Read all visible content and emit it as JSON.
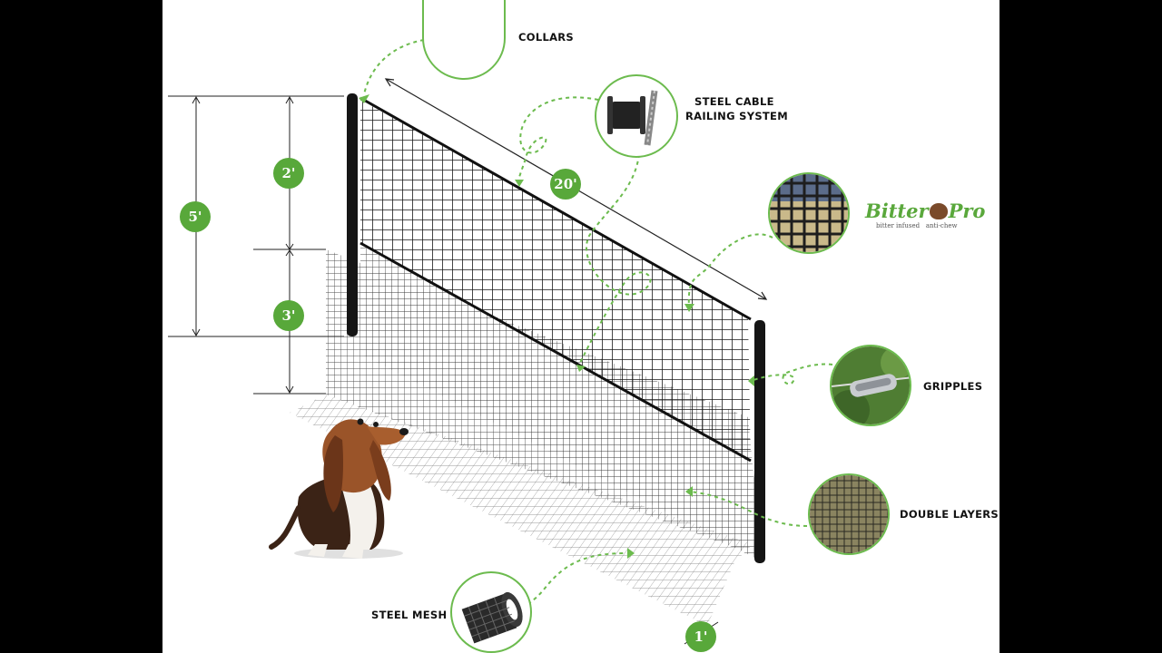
{
  "callouts": {
    "collars": "COLLARS",
    "cable_line1": "STEEL CABLE",
    "cable_line2": "RAILING SYSTEM",
    "gripples": "GRIPPLES",
    "double_layers": "DOUBLE LAYERS",
    "steel_mesh": "STEEL MESH"
  },
  "dimensions": {
    "height_total": "5'",
    "height_upper": "2'",
    "height_lower": "3'",
    "width": "20'",
    "depth": "1'"
  },
  "brand": {
    "name_part1": "Bitter",
    "name_part2": "Pro",
    "tag_part1": "bitter infused",
    "tag_part2": "anti-chew"
  },
  "colors": {
    "accent_green": "#58a83a",
    "post_black": "#151515",
    "mesh_dark": "#1a1a1a"
  }
}
